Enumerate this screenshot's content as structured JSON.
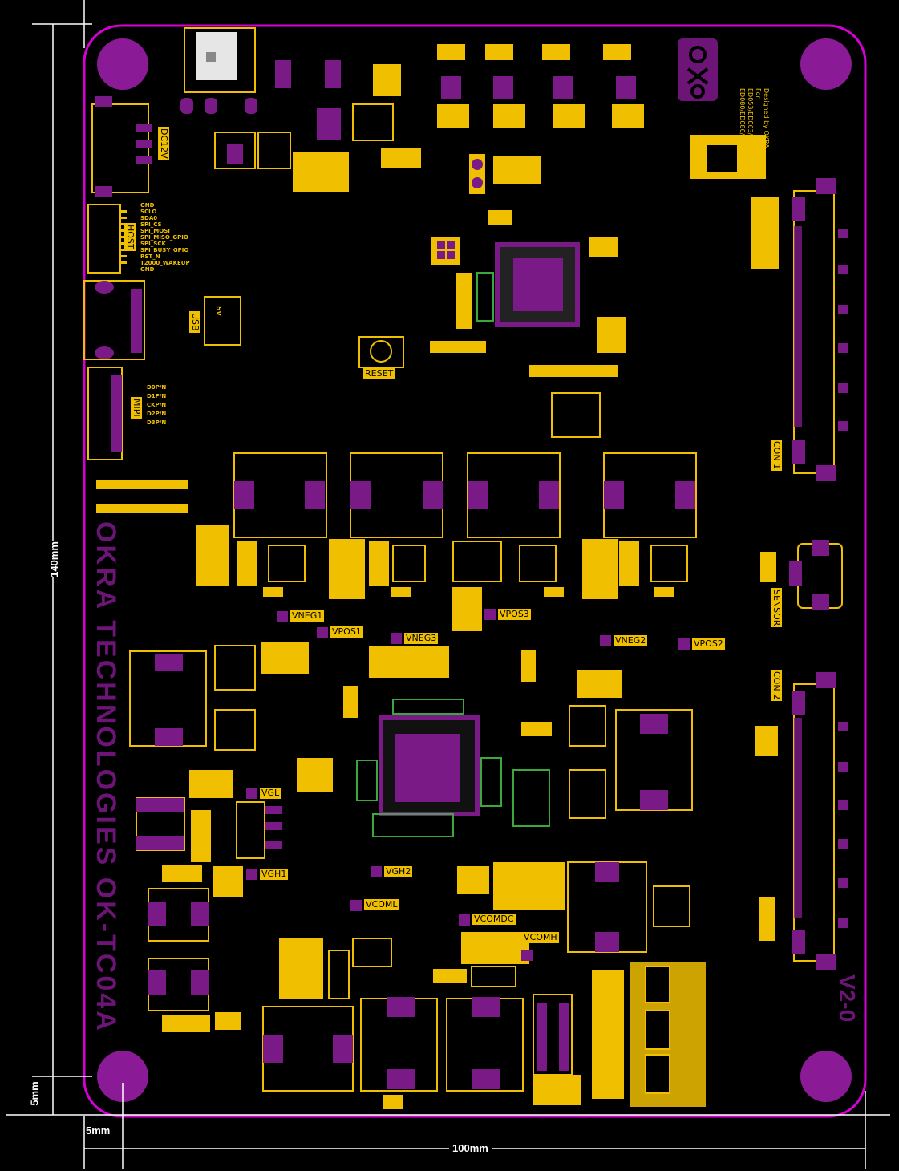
{
  "board": {
    "brand_text": "OKRA TECHNOLOGIES OK-TC04A",
    "revision_text": "V2-0",
    "designer_note": [
      "Designed by OKRA",
      "For:",
      "ED053/ED063/EL063",
      "ED080/ED080/EL080"
    ],
    "colors": {
      "background": "#000000",
      "outline": "#d400d4",
      "silkscreen": "#f0c000",
      "copper_pad": "#7a1a86",
      "via_ring": "#3aa83a"
    }
  },
  "dimensions": {
    "height": "140mm",
    "width": "100mm",
    "margin_left": "5mm",
    "margin_bottom": "5mm"
  },
  "connector_labels": {
    "dc": "DC12V",
    "host": "HOST",
    "usb": "USB",
    "mipi": "MIPI",
    "reset": "RESET",
    "con1": "CON 1",
    "con2": "CON 2",
    "sensor": "SENSOR"
  },
  "host_pins": [
    "GND",
    "SCLO",
    "SDA0",
    "SPI_CS",
    "SPI_MOSI",
    "SPI_MISO_GPIO",
    "SPI_SCK",
    "SPI_BUSY_GPIO",
    "RST_N",
    "T2000_WAKEUP",
    "GND"
  ],
  "mipi_pins": [
    "D0P/N",
    "D1P/N",
    "CKP/N",
    "D2P/N",
    "D3P/N"
  ],
  "usb_side": "5V",
  "test_points": {
    "vneg1": "VNEG1",
    "vpos1": "VPOS1",
    "vneg3": "VNEG3",
    "vpos3": "VPOS3",
    "vneg2": "VNEG2",
    "vpos2": "VPOS2",
    "vgl": "VGL",
    "vgh1": "VGH1",
    "vgh2": "VGH2",
    "vcoml": "VCOML",
    "vcomdc": "VCOMDC",
    "vcomh": "VCOMH"
  }
}
